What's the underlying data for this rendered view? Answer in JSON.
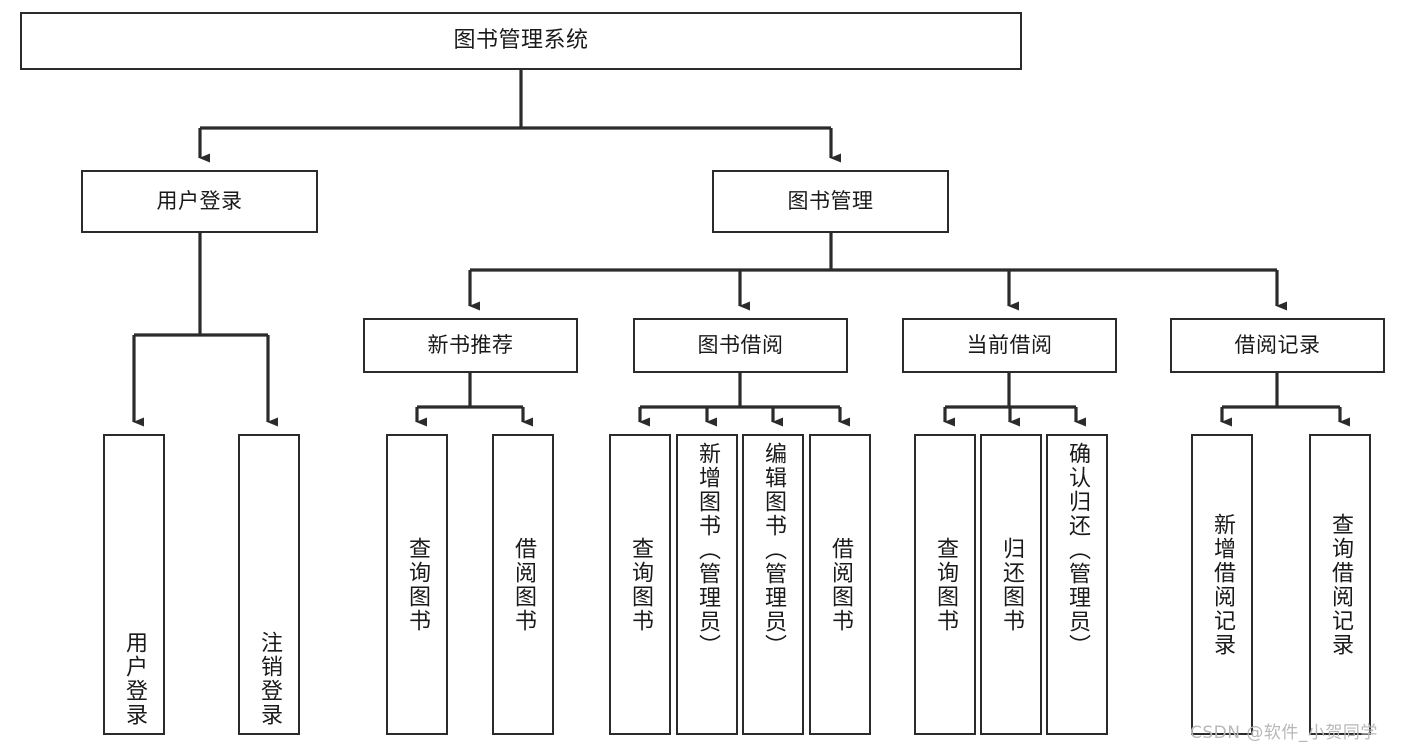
{
  "diagram": {
    "title": "图书管理系统",
    "type": "tree-hierarchy-diagram",
    "colors": {
      "box_border": "#2b2b2b",
      "box_fill": "#ffffff",
      "connector": "#2b2b2b",
      "background": "#ffffff",
      "watermark": "#b8b8b8"
    },
    "nodes": {
      "root": {
        "label": "图书管理系统"
      },
      "level2": [
        {
          "id": "user-login",
          "label": "用户登录"
        },
        {
          "id": "book-manage",
          "label": "图书管理"
        }
      ],
      "level3": [
        {
          "id": "new-book-recommend",
          "label": "新书推荐"
        },
        {
          "id": "book-borrow",
          "label": "图书借阅"
        },
        {
          "id": "current-borrow",
          "label": "当前借阅"
        },
        {
          "id": "borrow-record",
          "label": "借阅记录"
        }
      ],
      "leaves": {
        "user-login": [
          {
            "id": "leaf-user-login",
            "label": "用户登录"
          },
          {
            "id": "leaf-user-logout",
            "label": "注销登录"
          }
        ],
        "new-book-recommend": [
          {
            "id": "leaf-query-book-1",
            "label": "查询图书"
          },
          {
            "id": "leaf-borrow-book-1",
            "label": "借阅图书"
          }
        ],
        "book-borrow": [
          {
            "id": "leaf-query-book-2",
            "label": "查询图书"
          },
          {
            "id": "leaf-add-book",
            "label": "新增图书（管理员）"
          },
          {
            "id": "leaf-edit-book",
            "label": "编辑图书（管理员）"
          },
          {
            "id": "leaf-borrow-book-2",
            "label": "借阅图书"
          }
        ],
        "current-borrow": [
          {
            "id": "leaf-query-book-3",
            "label": "查询图书"
          },
          {
            "id": "leaf-return-book",
            "label": "归还图书"
          },
          {
            "id": "leaf-confirm-return",
            "label": "确认归还（管理员）"
          }
        ],
        "borrow-record": [
          {
            "id": "leaf-add-record",
            "label": "新增借阅记录"
          },
          {
            "id": "leaf-query-record",
            "label": "查询借阅记录"
          }
        ]
      }
    },
    "watermark": "CSDN @软件_小贺同学"
  }
}
